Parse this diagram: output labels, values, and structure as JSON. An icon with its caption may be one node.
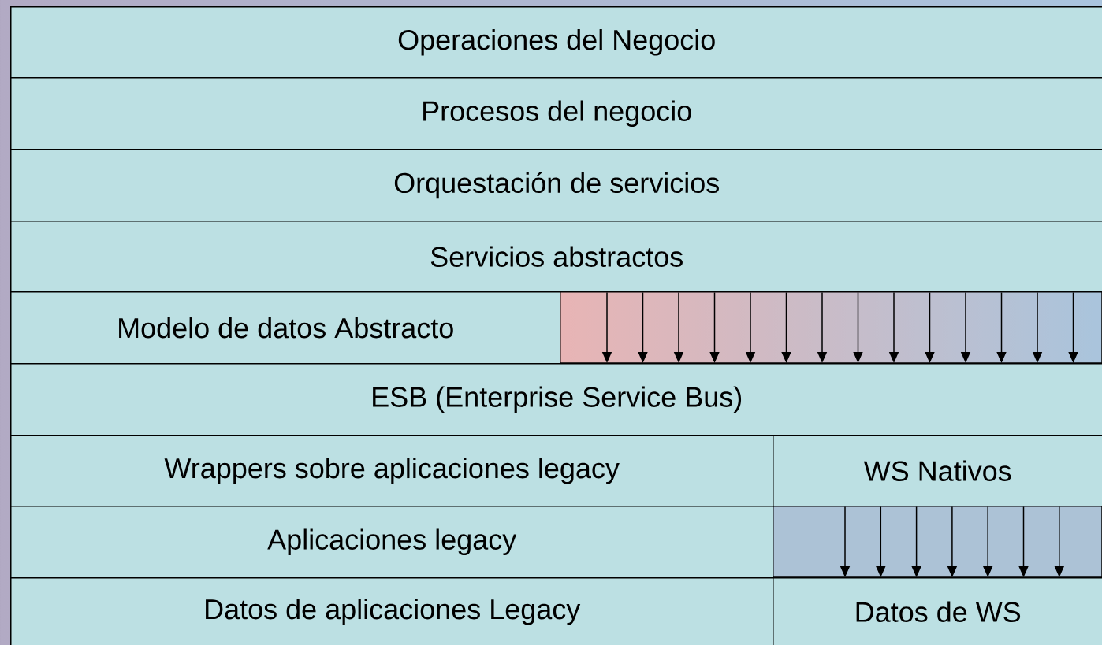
{
  "diagram": {
    "nodes": [
      {
        "text": [
          "Operaciones del Negocio"
        ]
      },
      {
        "text": [
          "Procesos del negocio"
        ]
      },
      {
        "text": [
          "Orquestación de servicios"
        ]
      },
      {
        "text": [
          "Servicios abstractos"
        ]
      },
      {
        "text": [
          "Modelo de datos Abstracto"
        ]
      },
      {
        "text": [
          "ESB (Enterprise Service Bus)"
        ]
      },
      {
        "text": [
          "Wrappers sobre aplicaciones legacy"
        ]
      },
      {
        "text": [
          "WS Nativos"
        ]
      },
      {
        "text": [
          "Aplicaciones legacy"
        ]
      },
      {
        "text": [
          "Datos de aplicaciones Legacy"
        ]
      },
      {
        "text": [
          "Datos de WS"
        ]
      }
    ],
    "edges": [
      {
        "from": 3,
        "to": 5,
        "arrow": "to"
      },
      {
        "from": 3,
        "to": 5,
        "arrow": "to"
      },
      {
        "from": 3,
        "to": 5,
        "arrow": "to"
      },
      {
        "from": 3,
        "to": 5,
        "arrow": "to"
      },
      {
        "from": 3,
        "to": 5,
        "arrow": "to"
      },
      {
        "from": 3,
        "to": 5,
        "arrow": "to"
      },
      {
        "from": 3,
        "to": 5,
        "arrow": "to"
      },
      {
        "from": 3,
        "to": 5,
        "arrow": "to"
      },
      {
        "from": 3,
        "to": 5,
        "arrow": "to"
      },
      {
        "from": 3,
        "to": 5,
        "arrow": "to"
      },
      {
        "from": 3,
        "to": 5,
        "arrow": "to"
      },
      {
        "from": 3,
        "to": 5,
        "arrow": "to"
      },
      {
        "from": 3,
        "to": 5,
        "arrow": "to"
      },
      {
        "from": 3,
        "to": 5,
        "arrow": "to"
      },
      {
        "from": 7,
        "to": 10,
        "arrow": "to"
      },
      {
        "from": 7,
        "to": 10,
        "arrow": "to"
      },
      {
        "from": 7,
        "to": 10,
        "arrow": "to"
      },
      {
        "from": 7,
        "to": 10,
        "arrow": "to"
      },
      {
        "from": 7,
        "to": 10,
        "arrow": "to"
      },
      {
        "from": 7,
        "to": 10,
        "arrow": "to"
      },
      {
        "from": 7,
        "to": 10,
        "arrow": "to"
      }
    ]
  }
}
